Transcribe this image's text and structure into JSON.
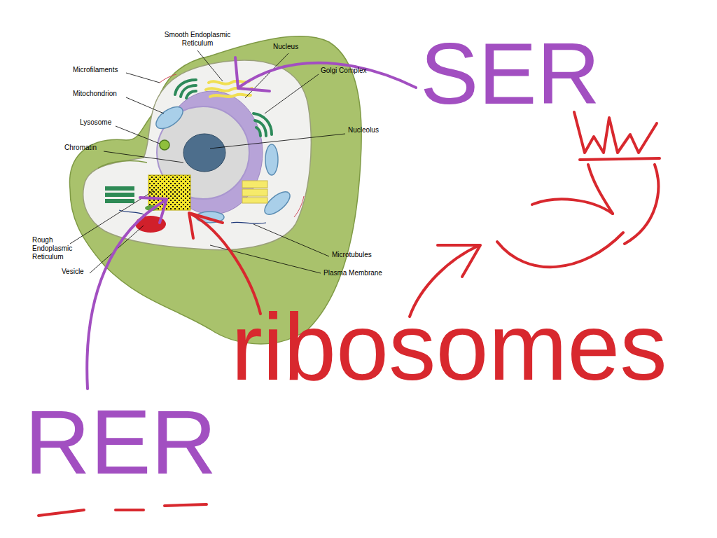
{
  "diagram": {
    "labels": [
      "Smooth Endoplasmic Reticulum",
      "Nucleus",
      "Microfilaments",
      "Golgi Complex",
      "Mitochondrion",
      "Lysosome",
      "Nucleolus",
      "Chromatin",
      "Rough Endoplasmic Reticulum",
      "Vesicle",
      "Microtubules",
      "Plasma Membrane",
      "SER",
      "ribosomes",
      "RER"
    ]
  }
}
